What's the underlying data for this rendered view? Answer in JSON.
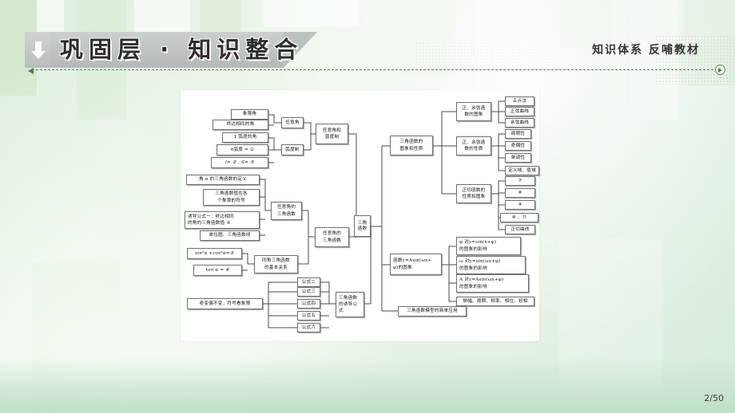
{
  "page": {
    "number": "2/50",
    "background_color": "#e8f2e4",
    "panel_color": "#ffffff"
  },
  "header": {
    "title": "巩固层 · 知识整合",
    "subtitle": "知识体系  反哺教材",
    "arrow_icon": "down-arrow-icon",
    "play_icon": "play-circle-icon"
  },
  "diagram": {
    "type": "mind-map",
    "root": "三角函数",
    "nodes": {
      "root": "三角函数",
      "b1_任意角和弧度制": "任意角和\n弧度制",
      "b1_任意角": "任意角",
      "b1_弧度制": "弧度制",
      "b1_象限角": "象限角",
      "b1_终边相同的角": "终边相同的角",
      "b1_1弧度的角": "1 弧度的角",
      "b1_pi弧度": "π弧度 = ①",
      "b1_lS": "l= ② ,  S= ③",
      "b2_任意角的三角函数": "任意角的\n三角函数",
      "b2_sub_任意角的三角函数": "任意角的\n三角函数",
      "b2_角a的定义": "角 α 的三角函数的定义",
      "b2_符号": "三角函数值在各\n个象限的符号",
      "b2_诱导公式一": "诱导公式一：终边相同\n的角的三角函数值  ④",
      "b2_单位圆": "单位圆、三角函数线",
      "b2_同角基本关系": "同角三角函数\n的基本关系",
      "b2_sin2cos2": "sin²α +cos²α=⑤",
      "b2_tan": "tan α =  ⑥",
      "b3_诱导公式": "三角函数\n的诱导公\n式",
      "b3_公式二": "公式二",
      "b3_公式三": "公式三",
      "b3_公式四": "公式四",
      "b3_公式五": "公式五",
      "b3_公式六": "公式六",
      "b3_口诀": "奇变偶不变，符号看象限",
      "b4_图象和性质": "三角函数的\n图象和性质",
      "b4_正余弦图象": "正、余弦函\n数的图象",
      "b4_五点法": "五点法",
      "b4_正弦曲线": "正弦曲线",
      "b4_余弦曲线": "余弦曲线",
      "b4_正余弦性质": "正、余弦函\n数的性质",
      "b4_周期性": "周期性",
      "b4_奇偶性": "奇偶性",
      "b4_单调性": "单调性",
      "b4_定义域值域": "定义域、值域",
      "b4_正切性质图象": "正切函数的\n性质和图象",
      "b4_n7": "⑦",
      "b4_n8": "⑧",
      "b4_n9": "⑨",
      "b4_n1011": "⑩  、⑪",
      "b4_正切曲线": "正切曲线",
      "b5_Asin图象": "函数y=Asin(ωx+\nφ)的图象",
      "b5_phi影响": "φ 对y=sin(x+φ)\n的图象的影响",
      "b5_omega影响": "ω 对y=sin(ωx+φ)\n的图象的影响",
      "b5_A影响": "A 对y=Asin(ωx+φ)\n的图象的影响",
      "b5_五要素": "振幅、周期、频率、相位、初相",
      "b6_简单应用": "三角函数模型的简单应用"
    }
  }
}
